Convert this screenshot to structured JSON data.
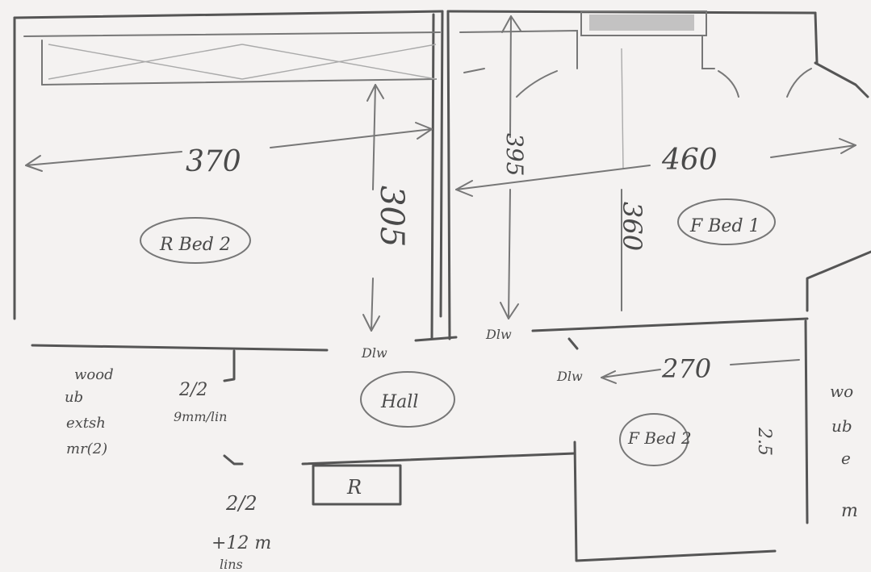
{
  "colors": {
    "paper": "#f4f2f1",
    "pencil": "#555555"
  },
  "dimensions": {
    "rear_bed_width": "370",
    "rear_bed_depth": "305",
    "front_bed1_width": "460",
    "front_bed1_depth": "360",
    "hall_depth": "395",
    "front_bed2_width": "270",
    "front_bed2_depth": "2.5"
  },
  "rooms": {
    "rear_bed": "R Bed 2",
    "front_bed1": "F Bed 1",
    "front_bed2": "F Bed 2",
    "hall": "Hall",
    "r_box": "R"
  },
  "doors": [
    "Dlw",
    "Dlw",
    "Dlw"
  ],
  "notes": {
    "left_wood": "wood",
    "left_ub": "ub",
    "left_extsh": "extsh",
    "left_mr": "mr(2)",
    "left_mr_value": "2/2",
    "left_mr_sub": "9mm/lin",
    "lower_22": "2/2",
    "lower_12": "+12 m",
    "lower_ams": "lins",
    "right_wood": "wo",
    "right_ub": "ub",
    "right_e": "e",
    "right_m": "m"
  }
}
